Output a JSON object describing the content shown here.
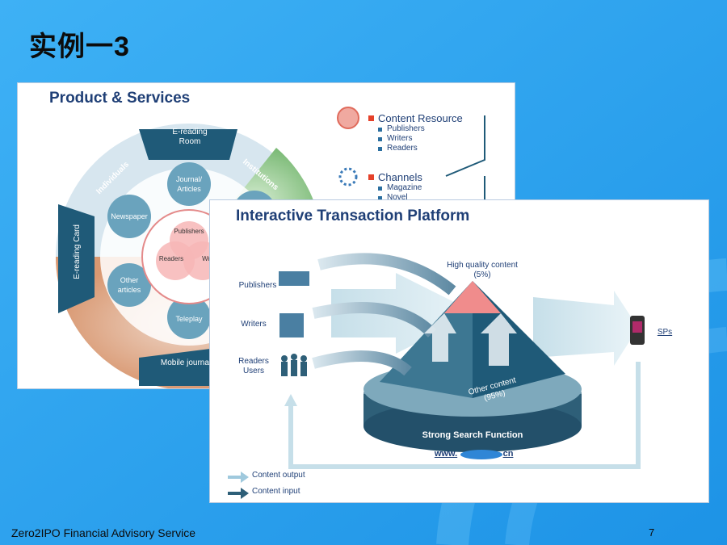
{
  "slide": {
    "title": "实例一3",
    "footer": "Zero2IPO Financial Advisory Service",
    "page_number": "7"
  },
  "product_panel": {
    "title": "Product & Services",
    "ring": {
      "top": "E-reading Room",
      "left": "E-reading Card",
      "bottom": "Mobile journal"
    },
    "arcs": {
      "individuals": "Individuals",
      "institutions": "Institutions"
    },
    "circles": {
      "journal": "Journal/ Articles",
      "newspaper": "Newspaper",
      "other": "Other articles",
      "teleplay": "Teleplay"
    },
    "venn": {
      "publishers": "Publishers",
      "readers": "Readers",
      "writers": "Wri"
    },
    "legend": [
      {
        "heading": "Content Resource",
        "items": [
          "Publishers",
          "Writers",
          "Readers"
        ]
      },
      {
        "heading": "Channels",
        "items": [
          "Magazine",
          "Novel"
        ]
      }
    ]
  },
  "platform_panel": {
    "title": "Interactive Transaction Platform",
    "sources": [
      "Publishers",
      "Writers",
      "Readers Users"
    ],
    "pyramid_top": "High quality content (5%)",
    "pyramid_other": "Other content (95%)",
    "base_label": "Strong Search Function",
    "website": "www.",
    "website_suffix": "cn",
    "output_target": "SPs",
    "legend": {
      "output": "Content output",
      "input": "Content input"
    }
  },
  "colors": {
    "background": "#2aa3f0",
    "title_navy": "#1f3f76",
    "ring_dark": "#1f5a78",
    "accent_red": "#e5412a"
  }
}
